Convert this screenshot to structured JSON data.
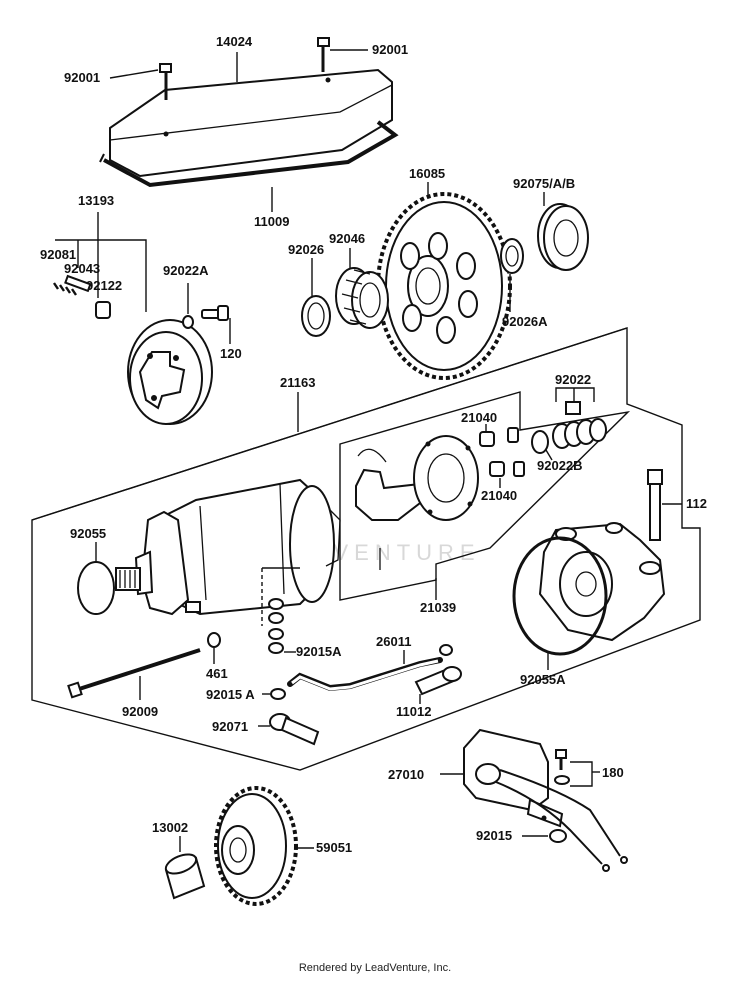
{
  "watermark": "LEADVENTURE",
  "footer": "Rendered by LeadVenture, Inc.",
  "labels": {
    "p14024": "14024",
    "p92001a": "92001",
    "p92001b": "92001",
    "p11009": "11009",
    "p13193": "13193",
    "p92081": "92081",
    "p92043": "92043",
    "p92122": "92122",
    "p92022A": "92022A",
    "p120": "120",
    "p16085": "16085",
    "p92075": "92075/A/B",
    "p92026": "92026",
    "p92046": "92046",
    "p92026A": "92026A",
    "p21163": "21163",
    "p92022": "92022",
    "p21040a": "21040",
    "p92022B": "92022B",
    "p21040b": "21040",
    "p112": "112",
    "p92055": "92055",
    "p21039": "21039",
    "p26011": "26011",
    "p92015A1": "92015A",
    "p461": "461",
    "p92015A2": "92015 A",
    "p11012": "11012",
    "p92055A": "92055A",
    "p92009": "92009",
    "p92071": "92071",
    "p27010": "27010",
    "p180": "180",
    "p92015": "92015",
    "p13002": "13002",
    "p59051": "59051"
  }
}
